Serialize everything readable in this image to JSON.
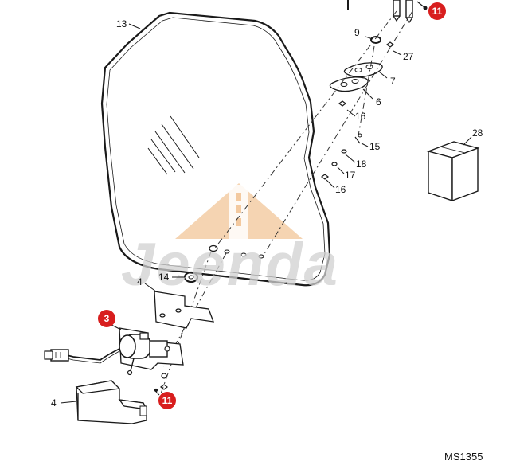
{
  "diagram": {
    "code": "MS1355",
    "watermark": "Jeenda",
    "callouts": {
      "c13": "13",
      "c9": "9",
      "c27": "27",
      "c7": "7",
      "c6": "6",
      "c16a": "16",
      "c15": "15",
      "c18": "18",
      "c17": "17",
      "c16b": "16",
      "c28": "28",
      "c14": "14",
      "c4a": "4",
      "c4b": "4"
    },
    "highlighted": {
      "h3": "3",
      "h11a": "11",
      "h11b": "11"
    },
    "colors": {
      "highlight": "#d81e1e",
      "watermark_logo": "#f2c9a3",
      "line": "#1a1a1a"
    }
  }
}
